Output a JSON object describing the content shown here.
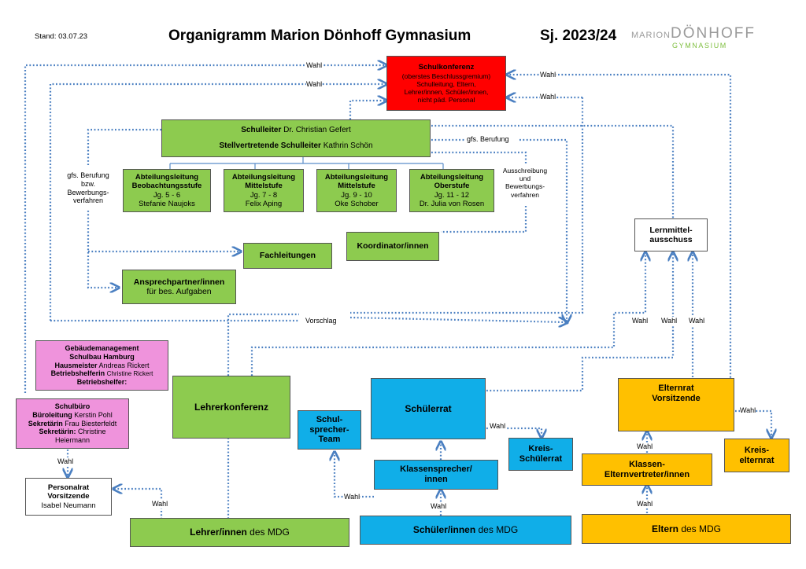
{
  "header": {
    "stand": "Stand: 03.07.23",
    "title": "Organigramm Marion Dönhoff Gymnasium",
    "year": "Sj. 2023/24",
    "logo_marion": "MARION",
    "logo_donhoff": "DÖNHOFF",
    "logo_gymnasium": "GYMNASIUM"
  },
  "schulkonferenz": {
    "title": "Schulkonferenz",
    "lines": [
      "(oberstes Beschlussgremium)",
      "Schulleitung, Eltern,",
      "Lehrer/innen, Schüler/innen,",
      "nicht päd. Personal"
    ]
  },
  "schulleitung": {
    "role1": "Schulleiter",
    "name1": "Dr. Christian Gefert",
    "role2": "Stellvertretende Schulleiter",
    "name2": "Kathrin Schön"
  },
  "abteilungen": [
    {
      "title": "Abteilungsleitung",
      "sub": "Beobachtungsstufe",
      "jg": "Jg. 5 - 6",
      "name": "Stefanie Naujoks"
    },
    {
      "title": "Abteilungsleitung",
      "sub": "Mittelstufe",
      "jg": "Jg. 7 - 8",
      "name": "Felix Aping"
    },
    {
      "title": "Abteilungsleitung",
      "sub": "Mittelstufe",
      "jg": "Jg. 9 - 10",
      "name": "Oke Schober"
    },
    {
      "title": "Abteilungsleitung",
      "sub": "Oberstufe",
      "jg": "Jg. 11 - 12",
      "name": "Dr. Julia von Rosen"
    }
  ],
  "fachleitungen": "Fachleitungen",
  "koordinatoren": "Koordinator/innen",
  "ansprechpartner": {
    "title": "Ansprechpartner/innen",
    "sub": "für bes. Aufgaben"
  },
  "lernmittel": {
    "line1": "Lernmittel-",
    "line2": "ausschuss"
  },
  "gebaeude": {
    "line1": "Gebäudemanagement",
    "line2": "Schulbau Hamburg",
    "hausmeister_role": "Hausmeister",
    "hausmeister_name": "Andreas Rickert",
    "betrieb_role": "Betriebshelferin",
    "betrieb_name": "Christine Rickert",
    "betrieb2": "Betriebshelfer:"
  },
  "schulbuero": {
    "title": "Schulbüro",
    "leitung_role": "Büroleitung",
    "leitung_name": "Kerstin Pohl",
    "sek1_role": "Sekretärin",
    "sek1_name": "Frau Biesterfeldt",
    "sek2_role": "Sekretärin:",
    "sek2_name": "Christine",
    "sek2_name2": "Heiermann"
  },
  "personalrat": {
    "line1": "Personalrat",
    "line2": "Vorsitzende",
    "name": "Isabel Neumann"
  },
  "lehrerkonferenz": "Lehrerkonferenz",
  "schuelerrat": "Schülerrat",
  "schulsprecher": {
    "line1": "Schul-",
    "line2": "sprecher-",
    "line3": "Team"
  },
  "kreisschuelerrat": {
    "line1": "Kreis-",
    "line2": "Schülerrat"
  },
  "klassensprecher": {
    "line1": "Klassensprecher/",
    "line2": "innen"
  },
  "elternrat": {
    "line1": "Elternrat",
    "line2": "Vorsitzende"
  },
  "kreiselternrat": {
    "line1": "Kreis-",
    "line2": "elternrat"
  },
  "klasseneltern": {
    "line1": "Klassen-",
    "line2": "Elternvertreter/innen"
  },
  "lehrer": {
    "bold": "Lehrer/innen",
    "rest": " des MDG"
  },
  "schueler": {
    "bold": "Schüler/innen",
    "rest": " des MDG"
  },
  "eltern": {
    "bold": "Eltern",
    "rest": " des MDG"
  },
  "labels": {
    "wahl": "Wahl",
    "gfs_berufung": "gfs. Berufung",
    "gfs_berufung_bzw": [
      "gfs. Berufung",
      "bzw.",
      "Bewerbungs-",
      "verfahren"
    ],
    "ausschreibung": [
      "Ausschreibung",
      "und",
      "Bewerbungs-",
      "verfahren"
    ],
    "vorschlag": "Vorschlag"
  },
  "colors": {
    "green": "#8dcb4f",
    "blue": "#10aee8",
    "orange": "#ffc000",
    "pink": "#ef93dc",
    "red": "#ff0000",
    "connector": "#4a7fc1",
    "logo_grey": "#9a9a9a",
    "logo_green": "#7fbf3f"
  }
}
